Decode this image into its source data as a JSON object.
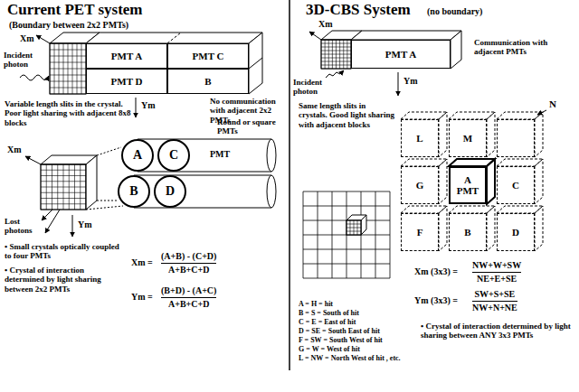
{
  "diagram": {
    "nodes": [
      {
        "text": [
          "PMT A"
        ]
      },
      {
        "text": [
          "PMT C"
        ]
      },
      {
        "text": [
          "B"
        ]
      },
      {
        "text": [
          "PMT D"
        ]
      },
      {
        "text": [
          "A"
        ]
      },
      {
        "text": [
          "C"
        ]
      },
      {
        "text": [
          "B"
        ]
      },
      {
        "text": [
          "D"
        ]
      },
      {
        "text": [
          "PMT A"
        ]
      },
      {
        "text": [
          "L"
        ]
      },
      {
        "text": [
          "M"
        ]
      },
      {
        "text": [
          "N"
        ]
      },
      {
        "text": [
          "G"
        ]
      },
      {
        "text": [
          "A",
          "PMT"
        ]
      },
      {
        "text": [
          "C"
        ]
      },
      {
        "text": [
          "F"
        ]
      },
      {
        "text": [
          "B"
        ]
      },
      {
        "text": [
          "D"
        ]
      }
    ],
    "labels": [
      "Current PET system",
      "(Boundary between 2x2 PMTs)",
      "Xm",
      "Incident photon",
      "No communication with adjacent 2x2 PMTs",
      "Ym",
      "Variable length slits in the crystal. Poor light sharing with adjacent 8x8 blocks",
      "Xm",
      "Round or square PMTs",
      "PMT",
      "Lost photons",
      "Ym",
      "• Small crystals optically coupled to four PMTs",
      "• Crystal of interaction determined by light sharing between 2x2 PMTs",
      "Xm =",
      "(A+B) - (C+D)",
      "A+B+C+D",
      "Ym =",
      "(B+D) - (A+C)",
      "A+B+C+D",
      "3D-CBS System",
      "(no boundary)",
      "Xm",
      "Communication with adjacent PMTs",
      "Incident photon",
      "Ym",
      "Same length slits in crystals. Good light sharing with adjacent blocks",
      "A = H = hit",
      "B = S = South of hit",
      "C = E = East of hit",
      "D = SE = South East of hit",
      "F = SW = South West of hit",
      "G = W = West of hit",
      "L = NW = North West of hit , etc.",
      "Xm (3x3) =",
      "NW+W+SW",
      "NE+E+SE",
      "Ym (3x3) =",
      "SW+S+SE",
      "NW+N+NE",
      "• Crystal of interaction determined by light sharing between ANY 3x3 PMTs"
    ]
  }
}
